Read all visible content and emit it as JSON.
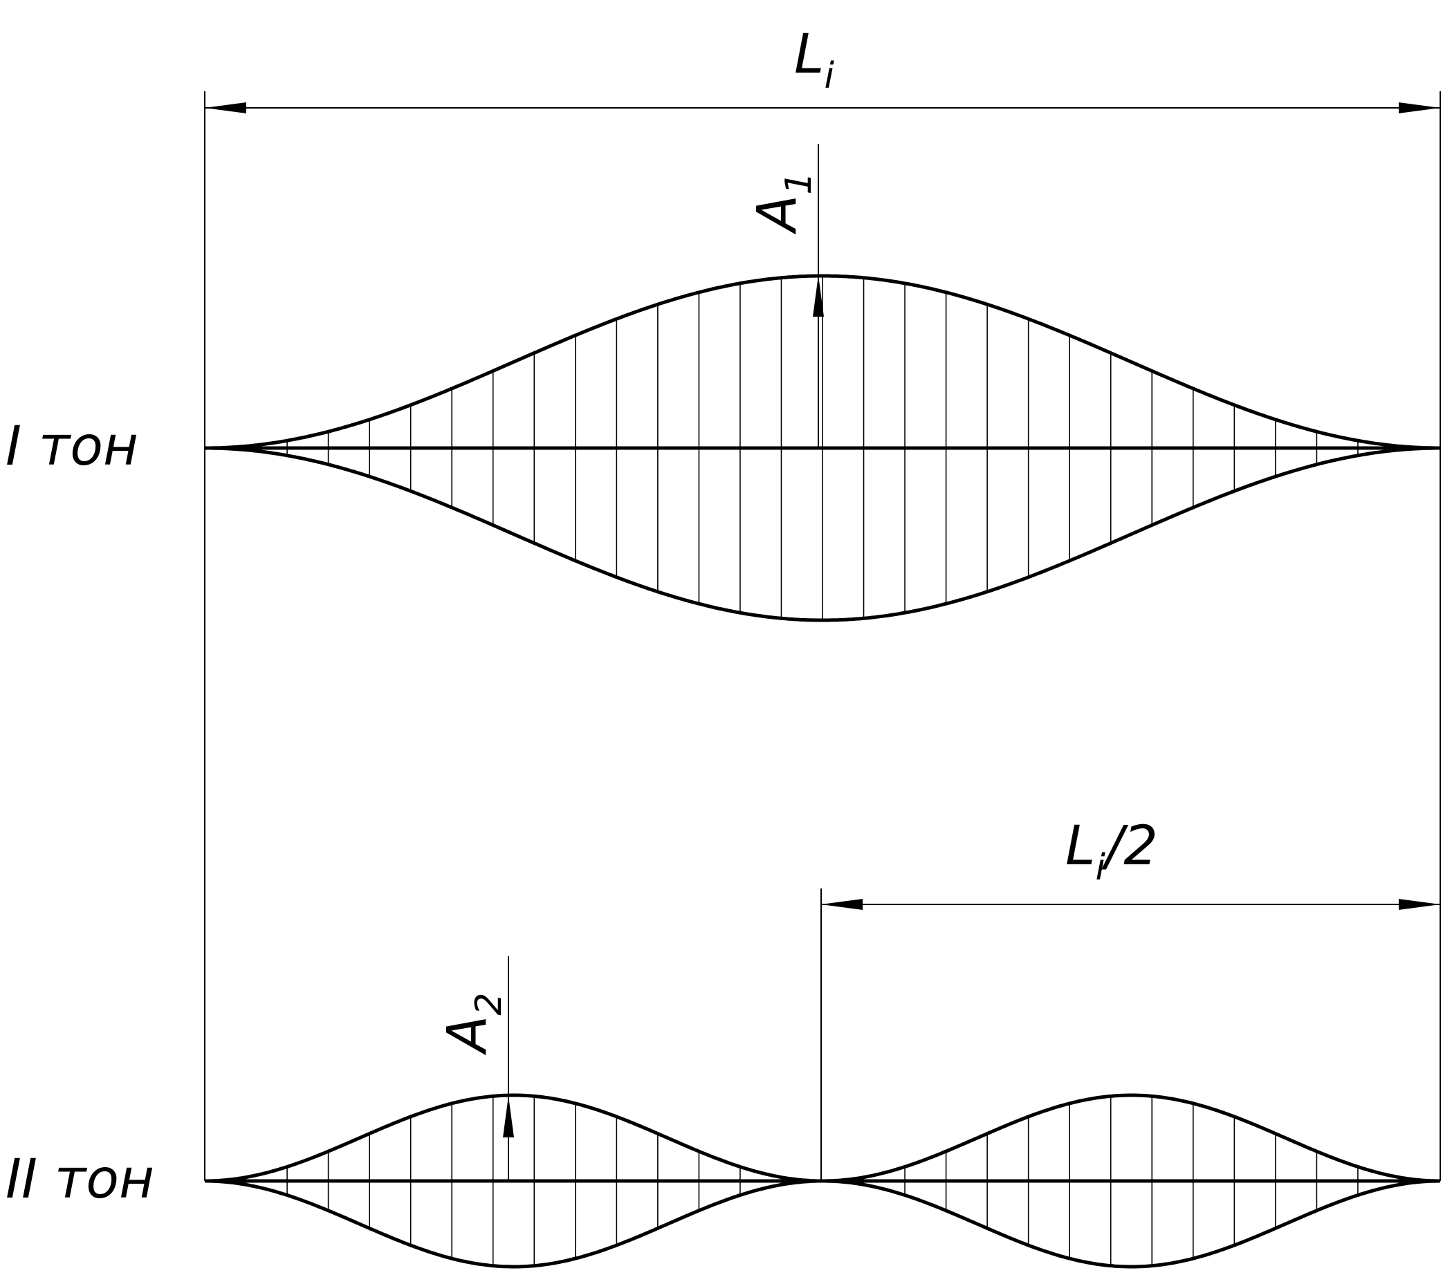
{
  "labels": {
    "mode1": "I тон",
    "mode2": "II тон",
    "span_main": "L",
    "span_main_sub": "i",
    "span_half_main": "L",
    "span_half_sub": "i",
    "span_half_tail": "/2",
    "amp1_main": "A",
    "amp1_sub": "1",
    "amp2_main": "A",
    "amp2_sub": "2"
  },
  "modes": [
    {
      "name": "I тон",
      "half_waves": 1
    },
    {
      "name": "II тон",
      "half_waves": 2
    }
  ],
  "colors": {
    "line": "#000000",
    "background": "#ffffff"
  }
}
